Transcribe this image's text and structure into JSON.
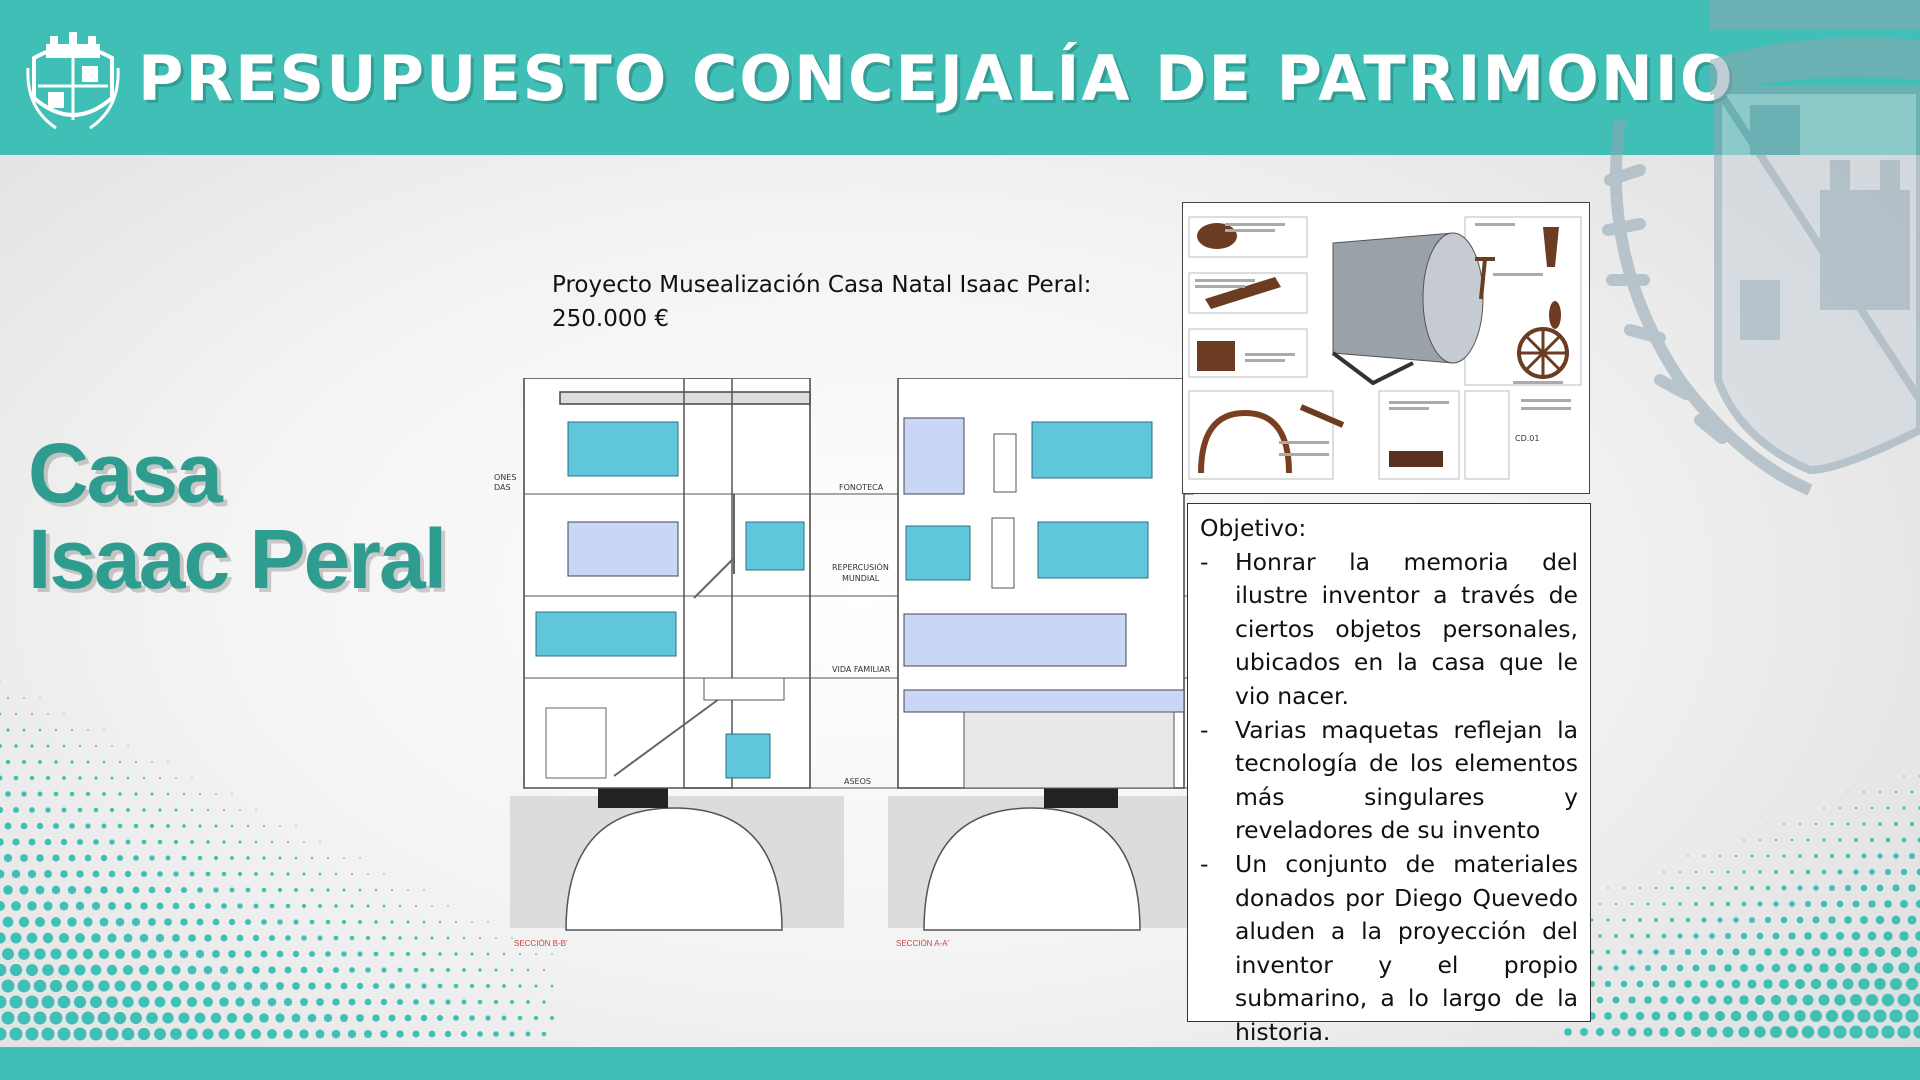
{
  "header": {
    "title": "PRESUPUESTO CONCEJALÍA DE PATRIMONIO",
    "crest_icon": "city-crest-icon",
    "bg_color": "#3fbfb5"
  },
  "side_title": {
    "line1": "Casa",
    "line2": "Isaac Peral",
    "color": "#2e9c8f"
  },
  "project": {
    "label": "Proyecto Musealización Casa Natal Isaac Peral:",
    "amount": "250.000 €"
  },
  "plan": {
    "labels": {
      "fonoteca": "FONOTECA",
      "repercusion1": "REPERCUSIÓN",
      "repercusion2": "MUNDIAL",
      "vida_familiar": "VIDA FAMILIAR",
      "aseos": "ASEOS",
      "left_cut1": "ONES",
      "left_cut2": "DAS",
      "section_left": "SECCIÓN B-B'",
      "section_right": "SECCIÓN A-A'"
    }
  },
  "models": {
    "code": "CD.01"
  },
  "objective": {
    "title": "Objetivo:",
    "items": [
      "Honrar la memoria del ilustre inventor a través de ciertos objetos personales, ubicados en la casa que le vio nacer.",
      "Varias maquetas reflejan la tecnología de los elementos más singulares y reveladores de su invento",
      "Un conjunto de materiales donados por Diego Quevedo aluden a la proyección del inventor y el propio submarino, a lo largo de la historia."
    ]
  }
}
